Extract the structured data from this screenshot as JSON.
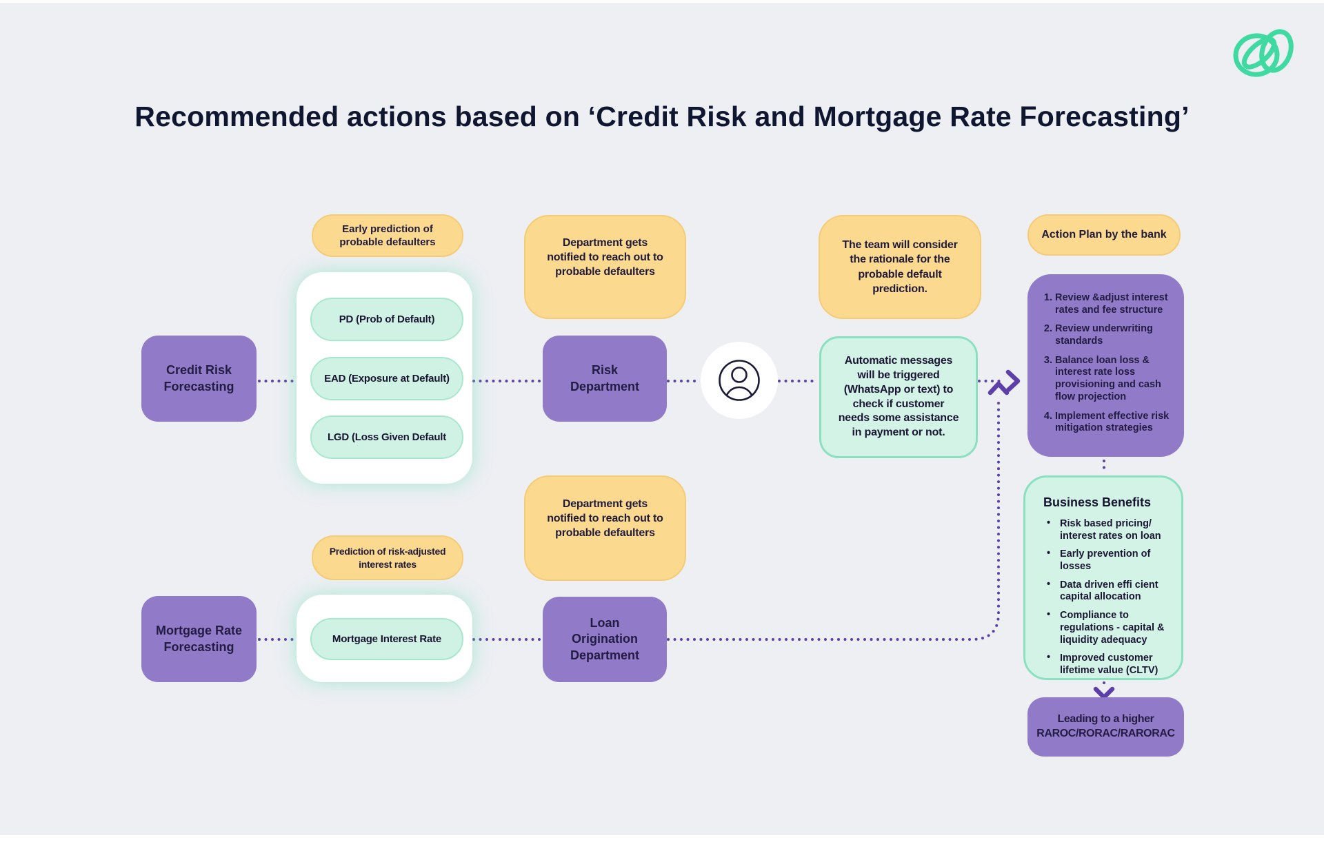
{
  "page": {
    "title": "Recommended actions based on ‘Credit Risk and Mortgage Rate Forecasting’"
  },
  "colors": {
    "background": "#EDEFF3",
    "purple_node": "#917BC9",
    "connector_purple": "#5D3FA9",
    "yellow_node": "#FBDA90",
    "yellow_border": "#F4CB77",
    "mint_node": "#D2F3E6",
    "mint_border": "#8BE0C0",
    "mint_pill": "#D0F2E4",
    "text_dark": "#1E1839",
    "logo_green": "#3FD9A2",
    "card_white": "#FFFFFF"
  },
  "icons": {
    "logo": "brand-logo-icon",
    "avatar": "person-avatar-icon",
    "arrow_right": "chevron-right-icon",
    "arrow_up": "chevron-up-icon",
    "arrow_down": "chevron-down-icon"
  },
  "nodes": {
    "credit_risk_forecasting": "Credit Risk\nForecasting",
    "early_prediction": "Early prediction of\nprobable defaulters",
    "pd": "PD (Prob of Default)",
    "ead": "EAD (Exposure at Default)",
    "lgd": "LGD (Loss Given Default",
    "dept_notified_top": "Department gets\nnotified to reach out to\nprobable defaulters",
    "risk_department": "Risk\nDepartment",
    "team_consider": "The team will consider\nthe rationale for the\nprobable default\nprediction.",
    "auto_messages": "Automatic messages\nwill be triggered\n(WhatsApp or text) to\ncheck if customer\nneeds some assistance\nin payment or not.",
    "action_plan": "Action Plan by the bank",
    "action_plan_items": [
      "Review &adjust interest rates and fee structure",
      "Review underwriting standards",
      "Balance loan loss & interest rate loss provisioning and cash flow projection",
      "Implement effective risk mitigation strategies"
    ],
    "business_benefits_title": "Business Benefits",
    "business_benefits_items": [
      "Risk based pricing/ interest rates on loan",
      "Early prevention of losses",
      "Data driven effi cient capital allocation",
      "Compliance to regulations - capital & liquidity adequacy",
      "Improved customer lifetime value (CLTV)"
    ],
    "raroc": "Leading to a higher\nRAROC/RORAC/RARORAC",
    "prediction_rates": "Prediction of risk-adjusted\ninterest rates",
    "mortgage_rate_forecasting": "Mortgage Rate\nForecasting",
    "mortgage_interest_rate": "Mortgage Interest Rate",
    "dept_notified_bottom": "Department gets\nnotified to reach out to\nprobable defaulters",
    "loan_origination": "Loan\nOrigination\nDepartment"
  }
}
